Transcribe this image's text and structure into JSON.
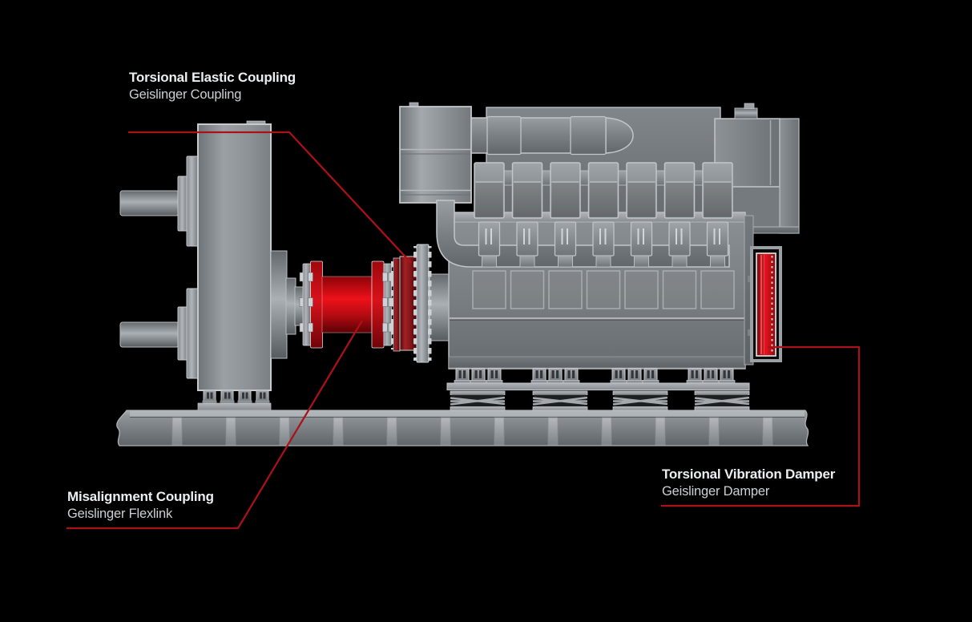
{
  "diagram": {
    "type": "technical-illustration",
    "labels": {
      "elastic_coupling": {
        "title": "Torsional Elastic Coupling",
        "subtitle": "Geislinger Coupling"
      },
      "misalignment_coupling": {
        "title": "Misalignment Coupling",
        "subtitle": "Geislinger Flexlink"
      },
      "vibration_damper": {
        "title": "Torsional Vibration Damper",
        "subtitle": "Geislinger Damper"
      }
    },
    "components": [
      "gearbox",
      "misalignment-coupling-flexlink",
      "torsional-elastic-coupling",
      "engine",
      "torsional-vibration-damper",
      "base-frame",
      "spring-mounts"
    ],
    "colors": {
      "background": "#000000",
      "leader_line": "#ab1119",
      "highlight_red": "#e0121a",
      "dark_red": "#8c1518",
      "machine_gray": "#85898d",
      "outline_gray": "#c9cdd1",
      "label_title": "#eceef0",
      "label_subtitle": "#cdd0d2"
    }
  }
}
